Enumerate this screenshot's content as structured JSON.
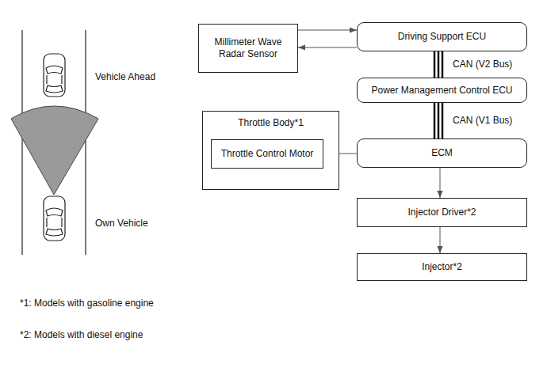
{
  "diagram": {
    "nodes": [
      {
        "text": [
          "Millimeter Wave Radar Sensor"
        ]
      },
      {
        "text": [
          "Driving Support ECU"
        ]
      },
      {
        "text": [
          "Power Management Control ECU"
        ]
      },
      {
        "text": [
          "Throttle Body*1"
        ]
      },
      {
        "text": [
          "Throttle Control Motor"
        ],
        "in": 3
      },
      {
        "text": [
          "ECM"
        ]
      },
      {
        "text": [
          "Injector Driver*2"
        ]
      },
      {
        "text": [
          "Injector*2"
        ]
      }
    ],
    "edges": [
      {
        "from": 0,
        "to": 1,
        "arrow": "to"
      },
      {
        "from": 1,
        "to": 0,
        "arrow": "to"
      },
      {
        "from": 1,
        "to": 2,
        "label": "CAN (V2 Bus)",
        "arrow": "none"
      },
      {
        "from": 2,
        "to": 5,
        "label": "CAN (V1 Bus)",
        "arrow": "none"
      },
      {
        "from": 5,
        "to": 4,
        "arrow": "to"
      },
      {
        "from": 5,
        "to": 6,
        "arrow": "to"
      },
      {
        "from": 6,
        "to": 7,
        "arrow": "to"
      }
    ],
    "labels": [
      "Vehicle Ahead",
      "Own Vehicle",
      "*1: Models with gasoline engine",
      "*2: Models with diesel engine"
    ]
  }
}
